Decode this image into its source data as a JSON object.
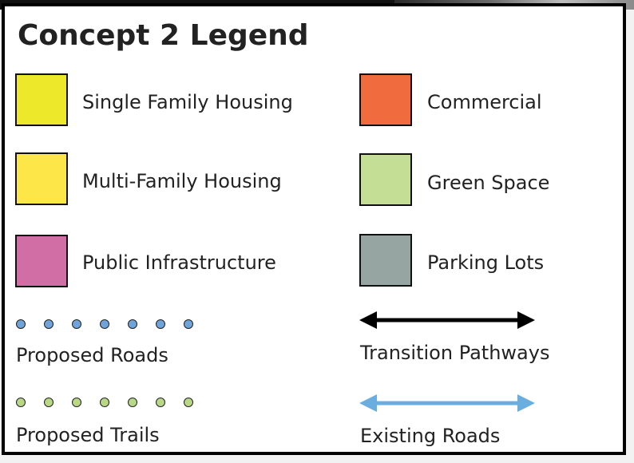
{
  "legend": {
    "title": "Concept 2 Legend",
    "items": [
      {
        "label": "Single Family Housing",
        "color": "#EDE82A"
      },
      {
        "label": "Multi-Family Housing",
        "color": "#FDE647"
      },
      {
        "label": "Public Infrastructure",
        "color": "#D26EA6"
      },
      {
        "label": "Commercial",
        "color": "#F06B3E"
      },
      {
        "label": "Green Space",
        "color": "#C5DE95"
      },
      {
        "label": "Parking Lots",
        "color": "#96A5A1"
      }
    ],
    "lines": [
      {
        "label": "Proposed Roads",
        "style": "dotted",
        "color": "#6FA4DA"
      },
      {
        "label": "Proposed Trails",
        "style": "dotted",
        "color": "#B9D886"
      },
      {
        "label": "Transition Pathways",
        "style": "double-arrow",
        "color": "#000000"
      },
      {
        "label": "Existing Roads",
        "style": "double-arrow",
        "color": "#6AAEE0"
      }
    ]
  }
}
